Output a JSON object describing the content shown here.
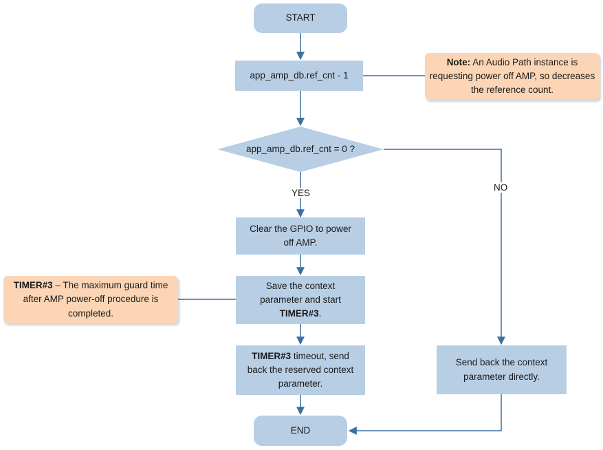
{
  "nodes": {
    "start": "START",
    "decrement": "app_amp_db.ref_cnt - 1",
    "decision": "app_amp_db.ref_cnt = 0 ?",
    "clear_gpio": "Clear the GPIO to power off AMP.",
    "save_context": {
      "text": "Save the context parameter and start",
      "bold": "TIMER#3",
      "suffix": "."
    },
    "timeout": {
      "bold": "TIMER#3",
      "text": " timeout, send back the reserved context parameter."
    },
    "send_back": "Send back the context parameter directly.",
    "end": "END"
  },
  "notes": {
    "top": {
      "bold": "Note:",
      "text": " An Audio Path instance is requesting power off AMP, so decreases the reference count."
    },
    "left": {
      "bold": "TIMER#3",
      "text": " – The maximum guard time after AMP power-off procedure is completed."
    }
  },
  "labels": {
    "yes": "YES",
    "no": "NO"
  },
  "colors": {
    "box": "#b8cee4",
    "note": "#fbd5b5",
    "line": "#3d6fa3"
  }
}
